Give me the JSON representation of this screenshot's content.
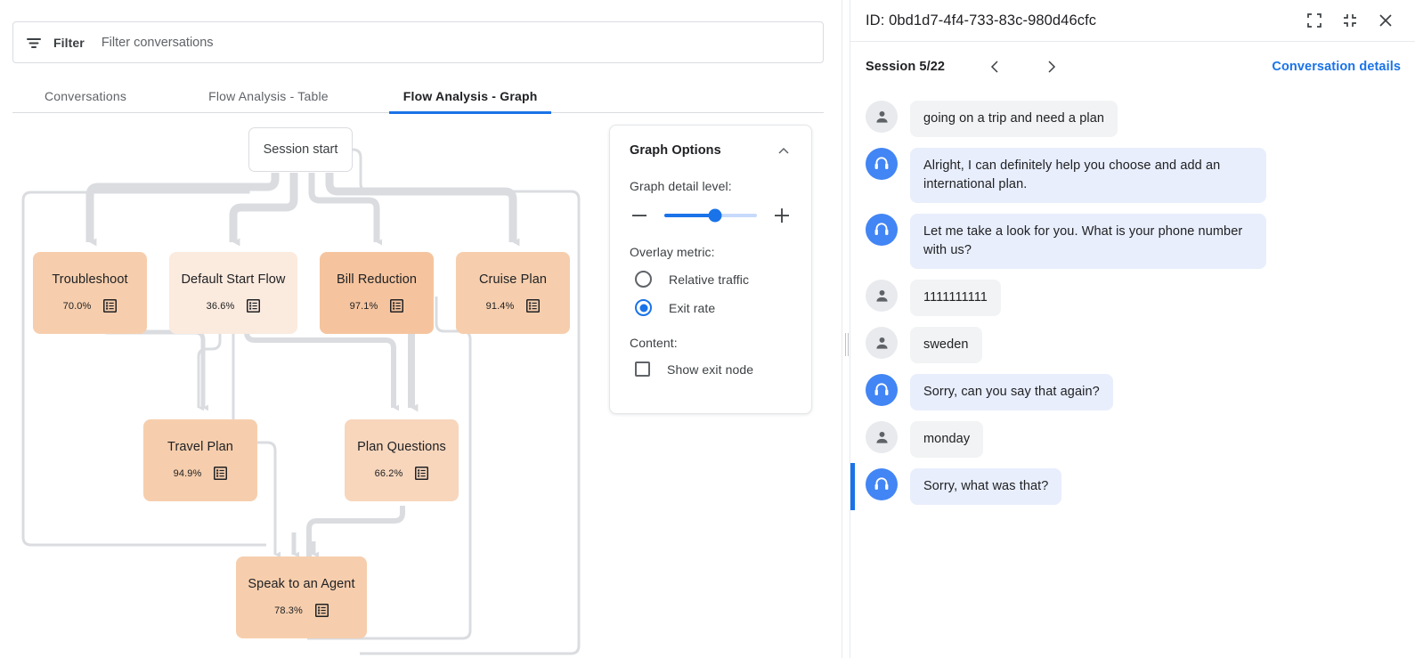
{
  "filter": {
    "icon": "filter-icon",
    "label": "Filter",
    "placeholder": "Filter conversations",
    "value": ""
  },
  "tabs": [
    {
      "label": "Conversations",
      "active": false
    },
    {
      "label": "Flow Analysis - Table",
      "active": false
    },
    {
      "label": "Flow Analysis - Graph",
      "active": true
    }
  ],
  "graph": {
    "start_node_label": "Session start",
    "nodes": [
      {
        "id": "troubleshoot",
        "label": "Troubleshoot",
        "metric": "70.0%",
        "icon": "list-icon"
      },
      {
        "id": "default-start-flow",
        "label": "Default Start Flow",
        "metric": "36.6%",
        "icon": "list-icon"
      },
      {
        "id": "bill-reduction",
        "label": "Bill Reduction",
        "metric": "97.1%",
        "icon": "list-icon"
      },
      {
        "id": "cruise-plan",
        "label": "Cruise Plan",
        "metric": "91.4%",
        "icon": "list-icon"
      },
      {
        "id": "travel-plan",
        "label": "Travel Plan",
        "metric": "94.9%",
        "icon": "list-icon"
      },
      {
        "id": "plan-questions",
        "label": "Plan Questions",
        "metric": "66.2%",
        "icon": "list-icon"
      },
      {
        "id": "speak-to-an-agent",
        "label": "Speak to an Agent",
        "metric": "78.3%",
        "icon": "list-icon"
      }
    ],
    "colors": {
      "edge": "#dadce0",
      "node_light": "#fbeade",
      "node_mid": "#f8ddc8",
      "node_dark": "#f6cead"
    }
  },
  "options": {
    "title": "Graph Options",
    "collapse_icon": "chevron-up-icon",
    "detail_level_label": "Graph detail level:",
    "decrease_icon": "minus-icon",
    "increase_icon": "plus-icon",
    "slider_value": 55,
    "overlay_metric_label": "Overlay metric:",
    "overlay_options": [
      {
        "label": "Relative traffic",
        "selected": false
      },
      {
        "label": "Exit rate",
        "selected": true
      }
    ],
    "content_label": "Content:",
    "content_options": [
      {
        "label": "Show exit node",
        "checked": false
      }
    ]
  },
  "right_panel": {
    "id_text": "ID: 0bd1d7-4f4-733-83c-980d46cfc",
    "expand_icon": "expand-icon",
    "collapse_icon": "collapse-icon",
    "close_icon": "close-icon",
    "session_label": "Session 5/22",
    "prev_icon": "chevron-left-icon",
    "next_icon": "chevron-right-icon",
    "details_link": "Conversation details",
    "accent_color": "#1a73e8",
    "messages": [
      {
        "role": "user",
        "text": "going on a trip and need a plan",
        "highlighted": false
      },
      {
        "role": "agent",
        "text": "Alright, I can definitely help you choose and add an international plan.",
        "highlighted": false
      },
      {
        "role": "agent",
        "text": "Let me take a look for you. What is your phone number with us?",
        "highlighted": false
      },
      {
        "role": "user",
        "text": "1111111111",
        "highlighted": false
      },
      {
        "role": "user",
        "text": "sweden",
        "highlighted": false
      },
      {
        "role": "agent",
        "text": "Sorry, can you say that again?",
        "highlighted": false
      },
      {
        "role": "user",
        "text": "monday",
        "highlighted": false
      },
      {
        "role": "agent",
        "text": "Sorry, what was that?",
        "highlighted": true
      }
    ]
  }
}
